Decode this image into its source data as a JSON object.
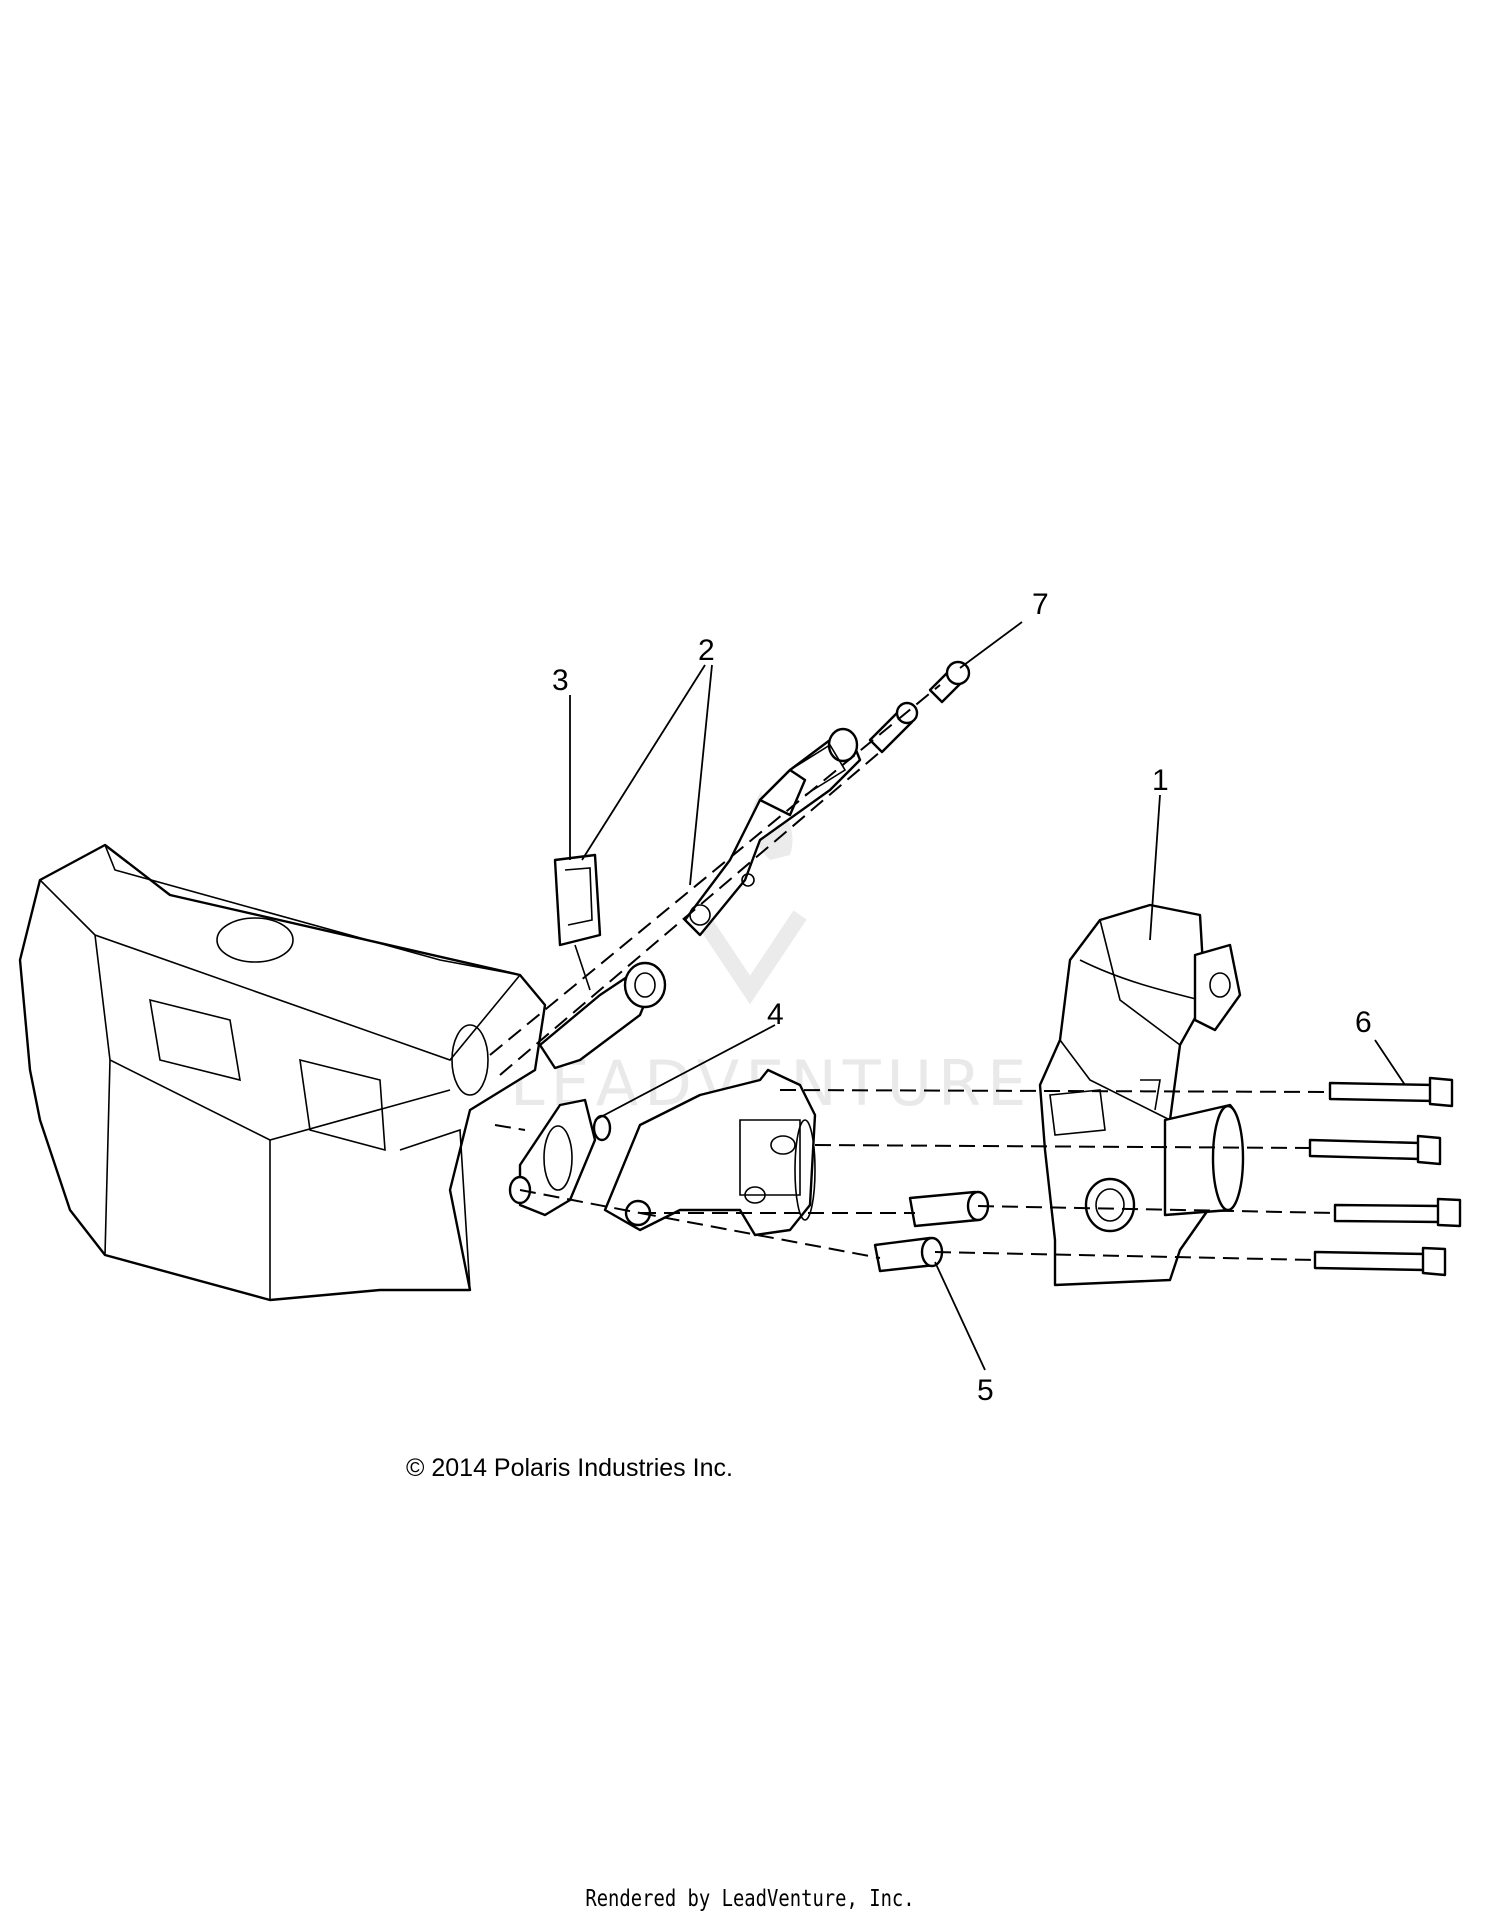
{
  "diagram": {
    "callouts": [
      "1",
      "2",
      "3",
      "4",
      "5",
      "6",
      "7"
    ],
    "copyright": "© 2014 Polaris Industries Inc.",
    "watermark": "LEADVENTURE",
    "footer": "Rendered by LeadVenture, Inc."
  }
}
